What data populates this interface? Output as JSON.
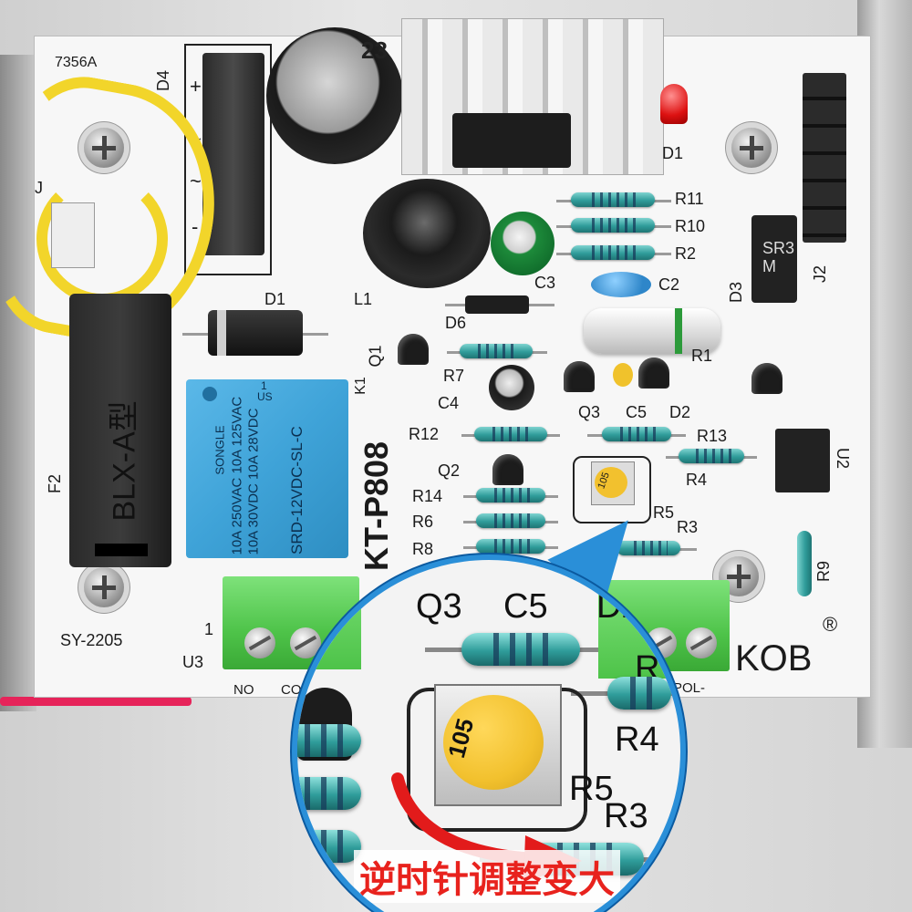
{
  "board": {
    "labels": {
      "code": "7356A",
      "d4": "D4",
      "plus": "+",
      "tilde1": "~",
      "tilde2": "~",
      "minus": "-",
      "j": "J",
      "d1": "D1",
      "l1": "L1",
      "c3": "C3",
      "d6": "D6",
      "q1": "Q1",
      "r7": "R7",
      "c4": "C4",
      "r12": "R12",
      "q2": "Q2",
      "r14": "R14",
      "r6": "R6",
      "r8": "R8",
      "r11": "R11",
      "r10": "R10",
      "r2": "R2",
      "c2": "C2",
      "d3": "D3",
      "j2": "J2",
      "r1": "R1",
      "q3": "Q3",
      "c5": "C5",
      "d2": "D2",
      "r13": "R13",
      "r4": "R4",
      "r5": "R5",
      "r3": "R3",
      "r9": "R9",
      "u2": "U2",
      "k1": "K1",
      "f2": "F2",
      "sy": "SY-2205",
      "u3": "U3",
      "one": "1",
      "no": "NO",
      "com": "CO",
      "pol": "POL-",
      "brand": "KOB",
      "reg": "®",
      "kt": "KT-P808",
      "led_d1": "D1"
    },
    "fuse_text": "BLX-A型",
    "relay": {
      "brand": "SONGLE",
      "line1": "10A 250VAC  10A 125VAC",
      "line2": "10A  30VDC  10A  28VDC",
      "model": "SRD-12VDC-SL-C",
      "us": "US",
      "num": "1"
    },
    "cap_text": "23",
    "pot_code": "105",
    "d3_text": "SR3 M"
  },
  "zoom": {
    "q3": "Q3",
    "c5": "C5",
    "d2": "D2",
    "r_partial": "R",
    "r4": "R4",
    "r5": "R5",
    "r3": "R3",
    "pot_code": "105",
    "caption": "逆时针调整变大"
  },
  "colors": {
    "board": "#f7f7f7",
    "terminal": "#5fd35a",
    "relay": "#3fa3d8",
    "lens_ring": "#2a8fd8",
    "caption": "#e8221d",
    "arrow": "#e21b1b",
    "pot": "#f2c12e",
    "wire": "#f2d52a"
  },
  "icons": [
    "screw-icon",
    "arrow-icon",
    "ce-icon"
  ]
}
